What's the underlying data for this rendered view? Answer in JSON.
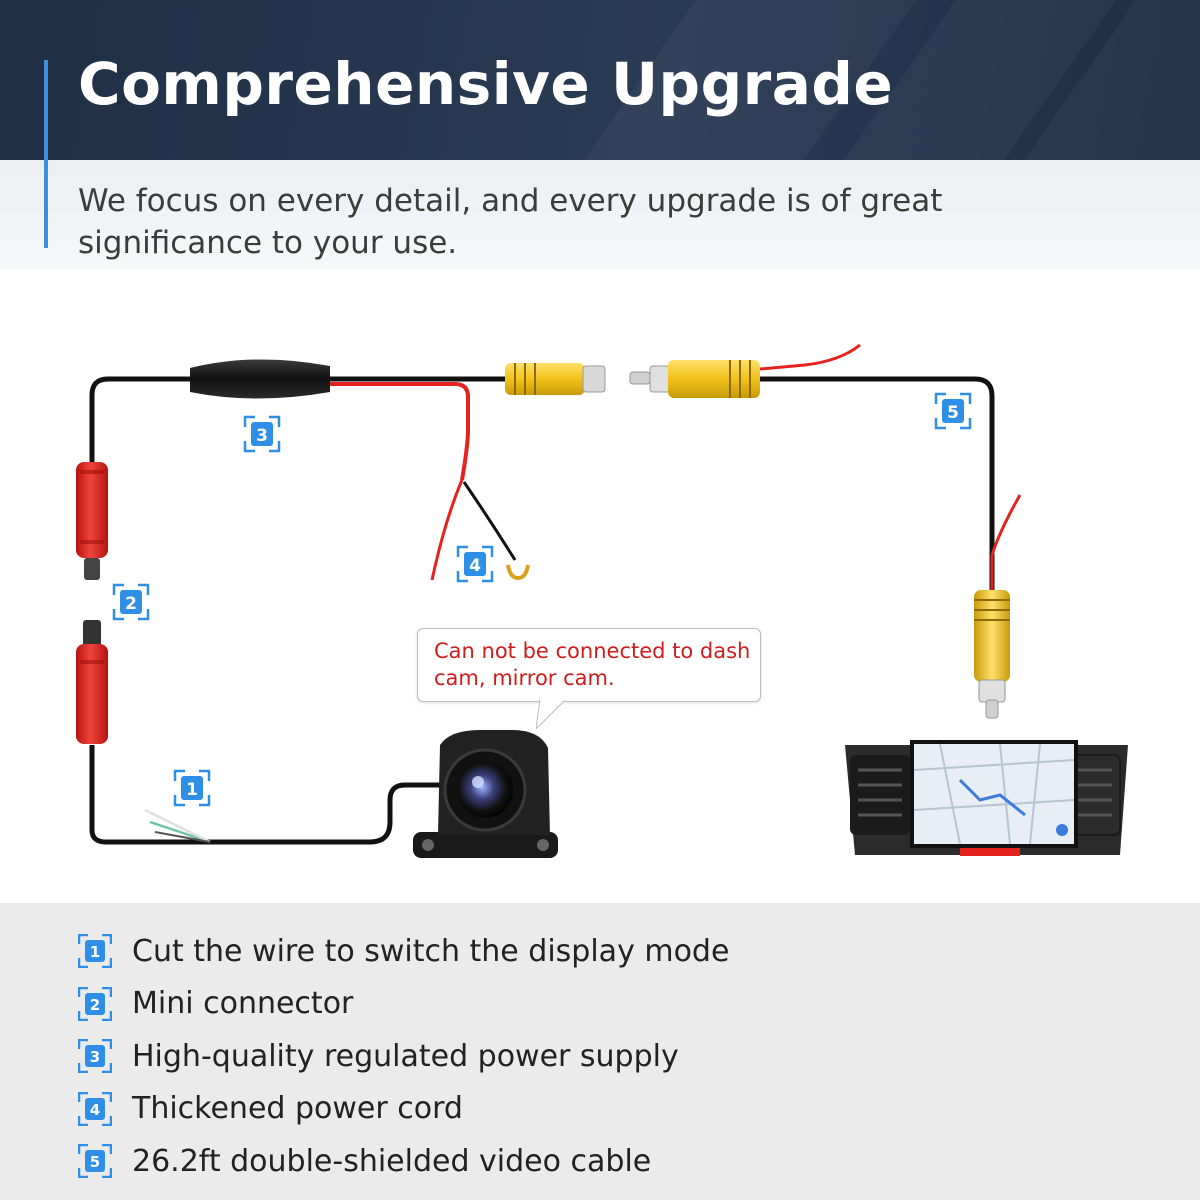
{
  "header": {
    "title": "Comprehensive Upgrade",
    "subtitle": "We focus on every detail, and every upgrade is of great significance to your use."
  },
  "diagram": {
    "callout": "Can not be connected to dash cam, mirror cam.",
    "badges": [
      "1",
      "2",
      "3",
      "4",
      "5"
    ]
  },
  "legend": [
    {
      "number": "1",
      "text": "Cut the wire to switch the display mode"
    },
    {
      "number": "2",
      "text": "Mini connector"
    },
    {
      "number": "3",
      "text": "High-quality regulated power supply"
    },
    {
      "number": "4",
      "text": "Thickened power cord"
    },
    {
      "number": "5",
      "text": "26.2ft double-shielded video cable"
    }
  ],
  "colors": {
    "banner": "#24344c",
    "accent": "#3d8fe0",
    "badge": "#2f8fe6",
    "wire_red": "#e4231f",
    "rca_yellow": "#f2c21a",
    "callout_text": "#d01c1c",
    "legend_bg": "#ebebeb"
  },
  "icons": [
    "camera-icon",
    "car-stereo-icon",
    "rca-connector-icon",
    "power-box-icon",
    "number-badge-icon"
  ]
}
